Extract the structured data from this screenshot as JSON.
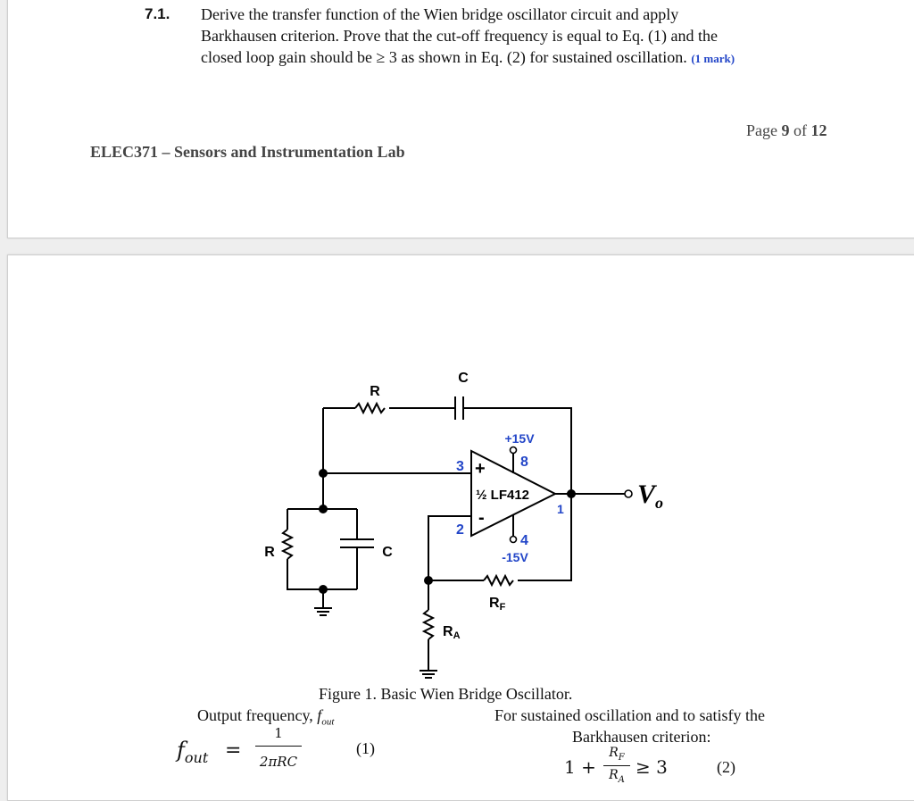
{
  "question": {
    "number": "7.1.",
    "lines": [
      "Derive the transfer function of the Wien bridge oscillator circuit and apply",
      "Barkhausen criterion. Prove that the cut-off frequency is equal to Eq. (1) and the",
      "closed loop gain should be ≥ 3 as shown in Eq. (2) for sustained oscillation."
    ],
    "mark": "(1 mark)"
  },
  "footer": {
    "course": "ELEC371 – Sensors and Instrumentation Lab",
    "page_prefix": "Page ",
    "page_current": "9",
    "page_mid": " of ",
    "page_total": "12"
  },
  "figure": {
    "caption": "Figure 1. Basic Wien Bridge Oscillator.",
    "labels": {
      "r_series": "R",
      "c_series": "C",
      "r_shunt": "R",
      "c_shunt": "C",
      "supply_pos": "+15V",
      "supply_neg": "-15V",
      "pin8": "8",
      "pin4": "4",
      "pin3": "3",
      "pin2": "2",
      "pin1": "1",
      "opamp": "½ LF412",
      "plus": "+",
      "minus": "-",
      "rf": "R",
      "rf_sub": "F",
      "ra": "R",
      "ra_sub": "A",
      "vo": "V",
      "vo_sub": "o"
    },
    "colors": {
      "pin_numbers": "#2346c8",
      "wire": "#000000"
    }
  },
  "equations": {
    "left_heading": "Output frequency, ",
    "left_heading_var": "f",
    "left_heading_sub": "out",
    "eq1_lhs": "f",
    "eq1_lhs_sub": "out",
    "eq1_equals": "=",
    "eq1_num": "1",
    "eq1_den": "2πRC",
    "eq1_number": "(1)",
    "right_heading_1": "For sustained oscillation and to satisfy the",
    "right_heading_2": "Barkhausen criterion:",
    "eq2_prefix": "1 +",
    "eq2_num": "R",
    "eq2_num_sub": "F",
    "eq2_den": "R",
    "eq2_den_sub": "A",
    "eq2_rel": "≥ 3",
    "eq2_number": "(2)"
  }
}
